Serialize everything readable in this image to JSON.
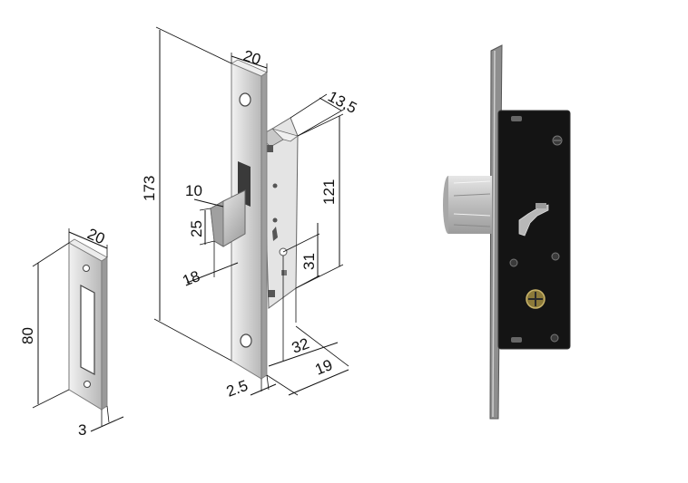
{
  "drawing": {
    "strike_plate": {
      "width": "20",
      "height": "80",
      "thickness": "3"
    },
    "lock": {
      "height": "173",
      "faceplate_width": "20",
      "case_depth": "13.5",
      "case_height": "121",
      "bolt_projection": "10",
      "bolt_height": "25",
      "bolt_offset": "18",
      "keyhole_offset": "31",
      "backset": "32",
      "case_width": "19",
      "faceplate_thickness": "2.5"
    }
  },
  "colors": {
    "steel": "#d8d8d8",
    "steel_dark": "#a9a9a9",
    "lock_body_black": "#141414",
    "background": "#ffffff"
  },
  "icons": [
    "screw-head-icon",
    "keyhole-icon"
  ]
}
